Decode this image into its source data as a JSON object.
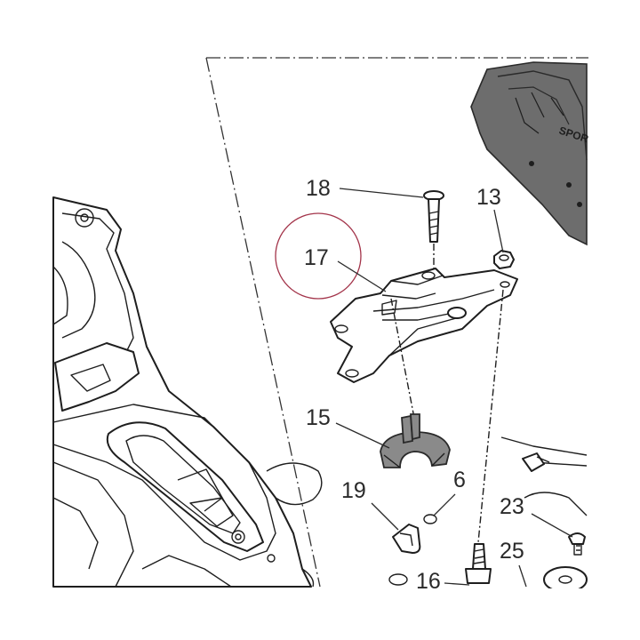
{
  "callouts": {
    "c18": "18",
    "c17": "17",
    "c13": "13",
    "c15": "15",
    "c19": "19",
    "c6": "6",
    "c23": "23",
    "c25": "25",
    "c16": "16"
  },
  "highlight": {
    "target": "17",
    "color": "#a3344a"
  },
  "cover_text": "SPORT",
  "colors": {
    "line": "#1e1e1e",
    "part_fill": "#ffffff",
    "grey_part": "#8a8a8a"
  }
}
